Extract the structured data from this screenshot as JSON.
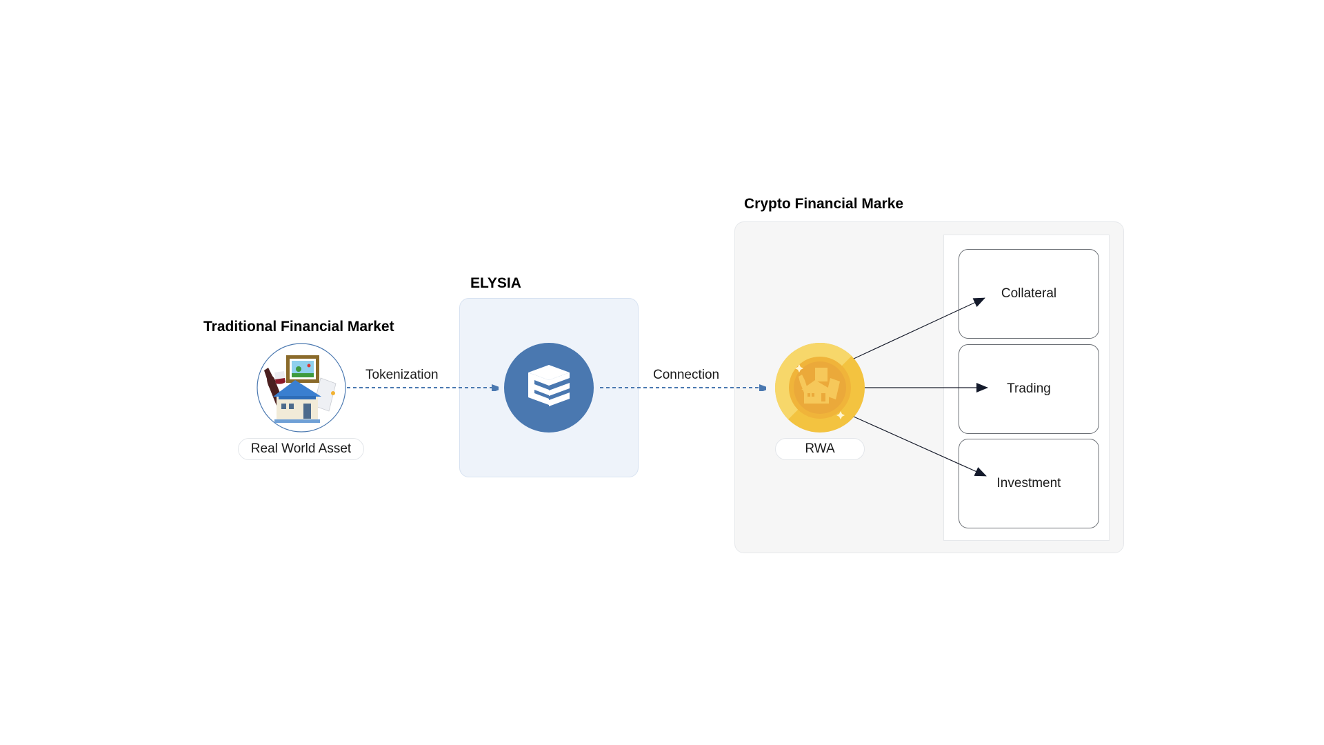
{
  "traditional": {
    "title": "Traditional Financial Market",
    "asset_label": "Real World Asset",
    "asset_icon": "real-world-asset-illustration"
  },
  "elysia": {
    "title": "ELYSIA",
    "icon": "stacked-layers-logo",
    "color": "#4a78b0"
  },
  "crypto": {
    "title": "Crypto Financial Marke",
    "token_label": "RWA",
    "token_icon": "gold-coin-rwa",
    "uses": [
      {
        "label": "Collateral"
      },
      {
        "label": "Trading"
      },
      {
        "label": "Investment"
      }
    ]
  },
  "connectors": {
    "tokenization_label": "Tokenization",
    "connection_label": "Connection",
    "dashed_color": "#4a78b0",
    "solid_color": "#1a1f2e"
  }
}
